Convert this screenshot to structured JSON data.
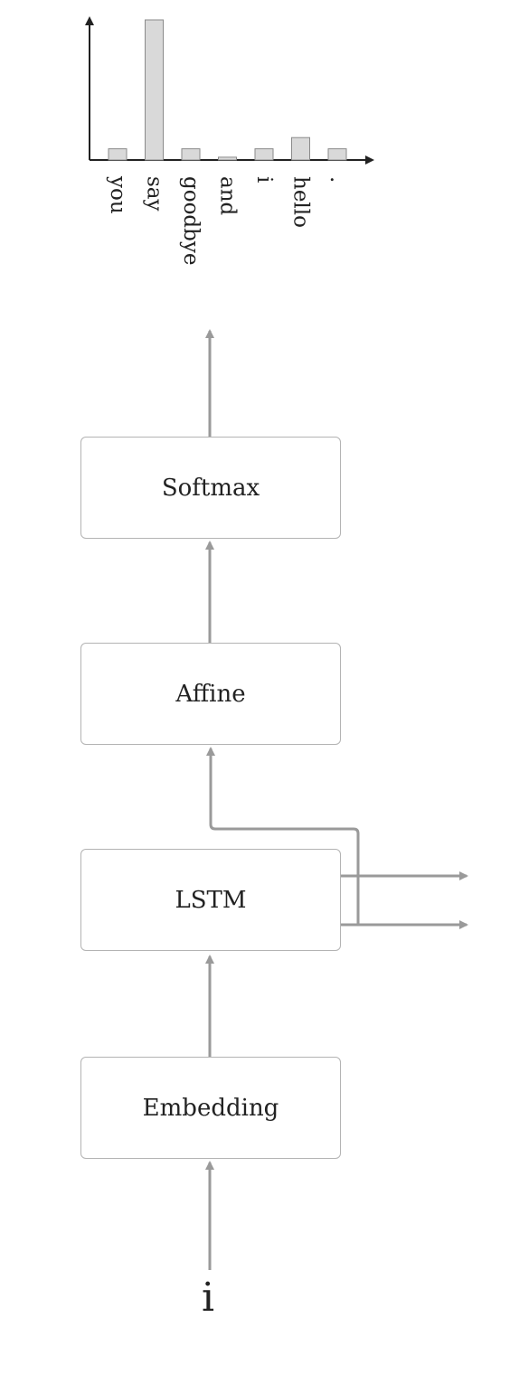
{
  "chart_data": {
    "type": "bar",
    "categories": [
      "you",
      "say",
      "goodbye",
      "and",
      "i",
      "hello",
      "."
    ],
    "values": [
      0.08,
      1.0,
      0.08,
      0.02,
      0.08,
      0.16,
      0.08
    ],
    "ylim": [
      0,
      1.05
    ],
    "title": "",
    "xlabel": "",
    "ylabel": "",
    "grid": false
  },
  "layers": {
    "softmax": "Softmax",
    "affine": "Affine",
    "lstm": "LSTM",
    "embedding": "Embedding"
  },
  "input_token": "i",
  "colors": {
    "bar_fill": "#d9d9d9",
    "bar_stroke": "#8a8a8a",
    "axis": "#222222",
    "arrow": "#9a9a9a",
    "box_border": "#b3b3b3"
  }
}
